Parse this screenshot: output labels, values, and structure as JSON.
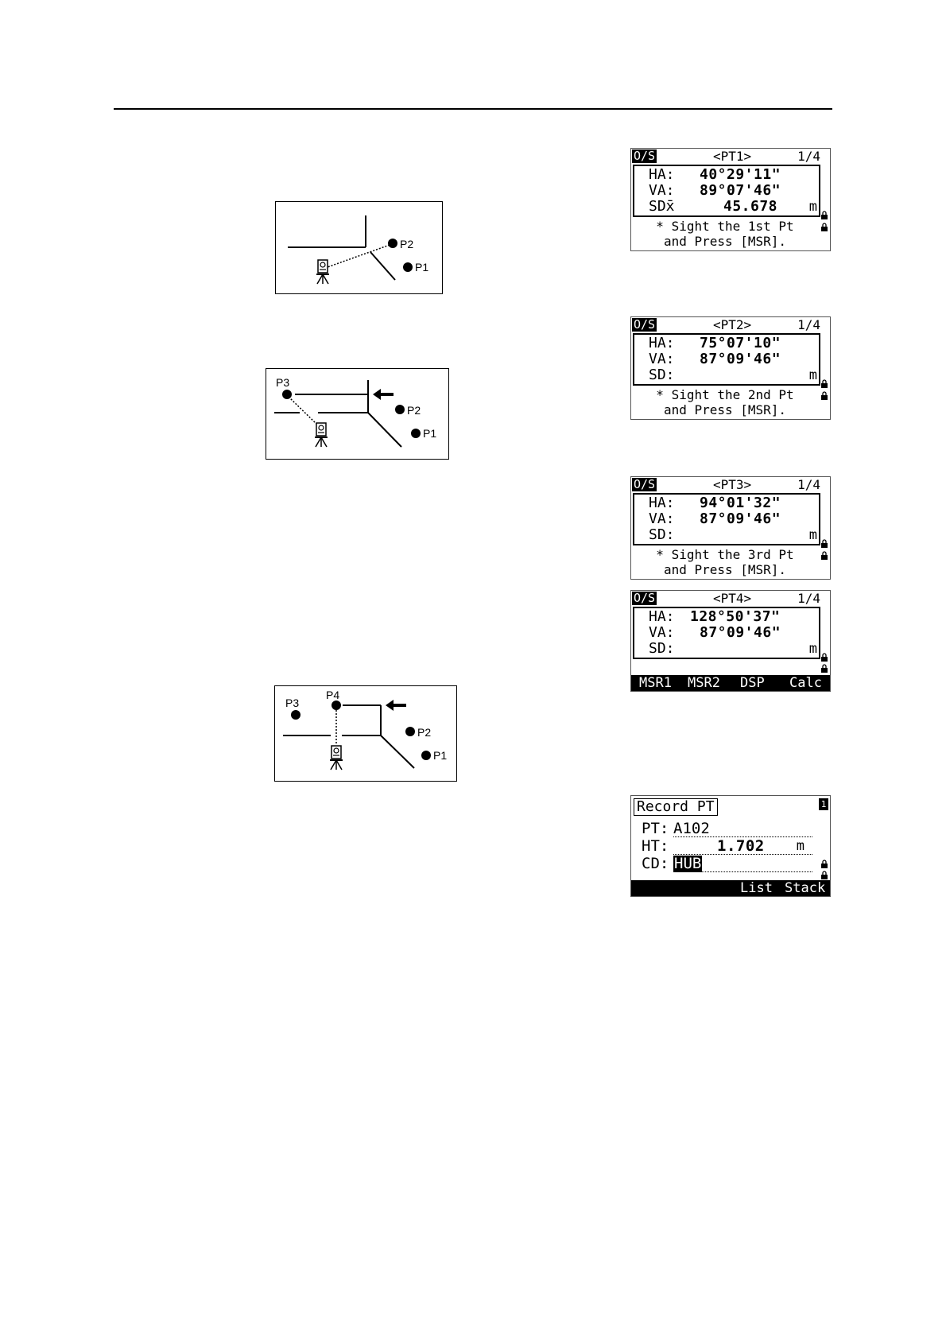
{
  "diagrams": {
    "labels": {
      "p1": "P1",
      "p2": "P2",
      "p3": "P3",
      "p4": "P4"
    }
  },
  "screens": [
    {
      "mode": "O/S",
      "point": "<PT1>",
      "page": "1/4",
      "ha_label": "HA:",
      "ha_value": "40°29'11\"",
      "va_label": "VA:",
      "va_value": "89°07'46\"",
      "sd_label": "SDx̄",
      "sd_value": "45.678",
      "unit": "m",
      "msg_line1": "* Sight the 1st Pt",
      "msg_line2": "and Press [MSR]."
    },
    {
      "mode": "O/S",
      "point": "<PT2>",
      "page": "1/4",
      "ha_label": "HA:",
      "ha_value": "75°07'10\"",
      "va_label": "VA:",
      "va_value": "87°09'46\"",
      "sd_label": "SD:",
      "sd_value": "",
      "unit": "m",
      "msg_line1": "* Sight the 2nd Pt",
      "msg_line2": "and Press [MSR]."
    },
    {
      "mode": "O/S",
      "point": "<PT3>",
      "page": "1/4",
      "ha_label": "HA:",
      "ha_value": "94°01'32\"",
      "va_label": "VA:",
      "va_value": "87°09'46\"",
      "sd_label": "SD:",
      "sd_value": "",
      "unit": "m",
      "msg_line1": "* Sight the 3rd Pt",
      "msg_line2": "and Press [MSR]."
    },
    {
      "mode": "O/S",
      "point": "<PT4>",
      "page": "1/4",
      "ha_label": "HA:",
      "ha_value": "128°50'37\"",
      "va_label": "VA:",
      "va_value": "87°09'46\"",
      "sd_label": "SD:",
      "sd_value": "",
      "unit": "m",
      "softkeys": [
        "MSR1",
        "MSR2",
        "DSP",
        "Calc"
      ]
    }
  ],
  "record": {
    "title": "Record PT",
    "badge": "1",
    "pt_label": "PT:",
    "pt_value": "A102",
    "ht_label": "HT:",
    "ht_value": "1.702",
    "ht_unit": "m",
    "cd_label": "CD:",
    "cd_value": "HUB",
    "softkeys": [
      "List",
      "Stack"
    ]
  },
  "colors": {
    "ink": "#000000",
    "paper": "#ffffff"
  }
}
